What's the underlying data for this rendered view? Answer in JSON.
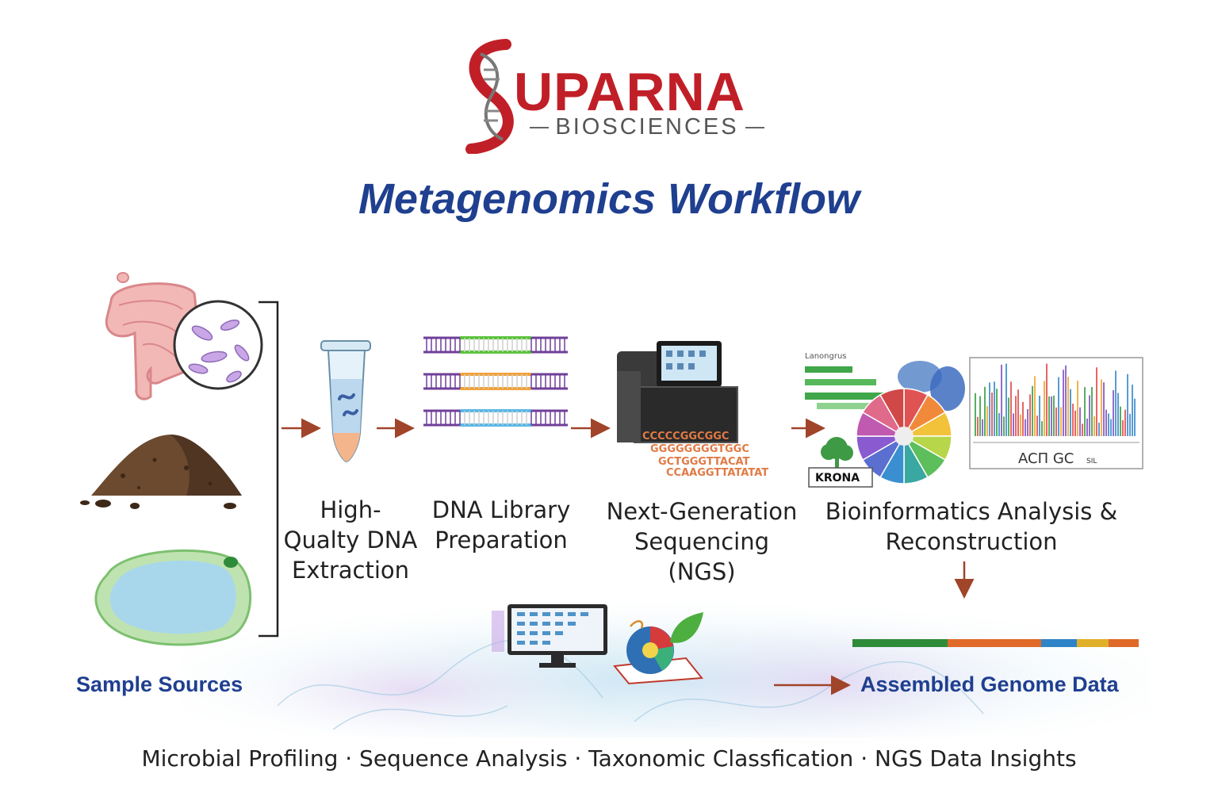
{
  "logo": {
    "name": "UPARNA",
    "sub": "BIOSCIENCES",
    "mark_letter": "S",
    "brand_color": "#c11f27"
  },
  "title": "Metagenomics Workflow",
  "steps": {
    "extraction": [
      "High-",
      "Qualty DNA",
      "Extraction"
    ],
    "library": [
      "DNA Library",
      "Preparation"
    ],
    "ngs": [
      "Next-Generation",
      "Sequencing (NGS)"
    ],
    "bioinfo": [
      "Bioinformatics Analysis &",
      "Reconstruction"
    ]
  },
  "sample_sources": "Sample Sources",
  "assembled": "Assembled Genome Data",
  "tagline": "Microbial Profiling · Sequence Analysis · Taxonomic Classfication · NGS Data Insights",
  "krona_label": "KRONA",
  "chart_bases": "ACΠ GC",
  "chart_suffix": "SIL",
  "krona_header": "Lanongrus",
  "seq_text": [
    "CCCCCGGCGGC",
    "GGGGGGGGTGGC",
    "GCTGGGTTACAT",
    "CCAAGGTTATATAT"
  ],
  "colors": {
    "title_blue": "#1f3f8f",
    "arrow": "#a0442a"
  },
  "icons": [
    "colon-microbes-icon",
    "soil-pile-icon",
    "pond-icon",
    "test-tube-icon",
    "dna-ladder-icon",
    "sequencer-icon",
    "krona-chart-icon",
    "chromatogram-icon",
    "computer-icon",
    "pie-leaf-icon"
  ]
}
